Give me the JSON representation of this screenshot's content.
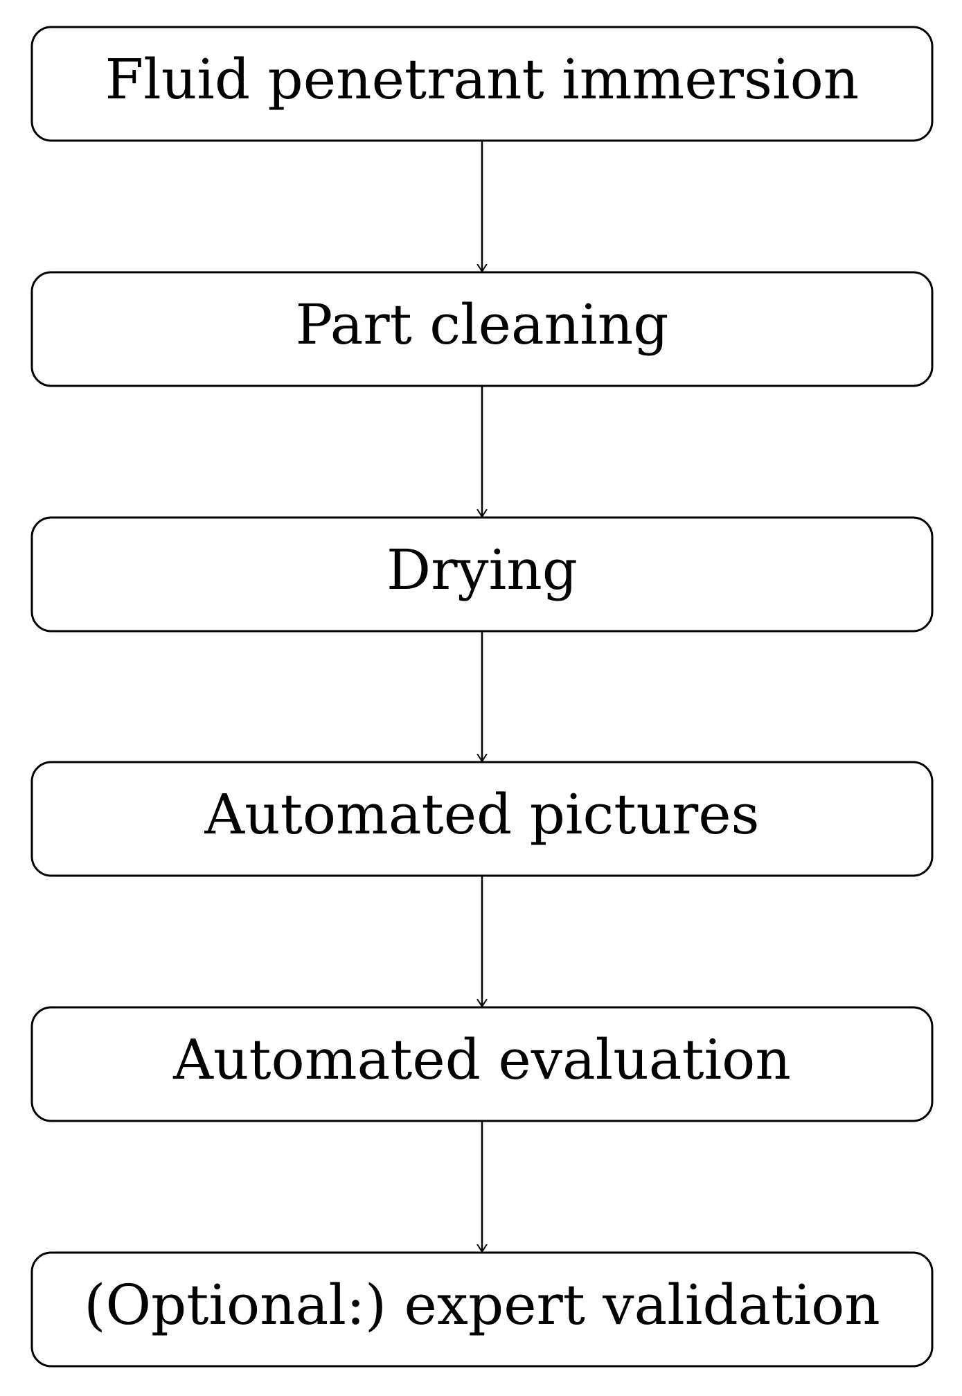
{
  "steps": [
    "Fluid penetrant immersion",
    "Part cleaning",
    "Drying",
    "Automated pictures",
    "Automated evaluation",
    "(Optional:) expert validation"
  ]
}
